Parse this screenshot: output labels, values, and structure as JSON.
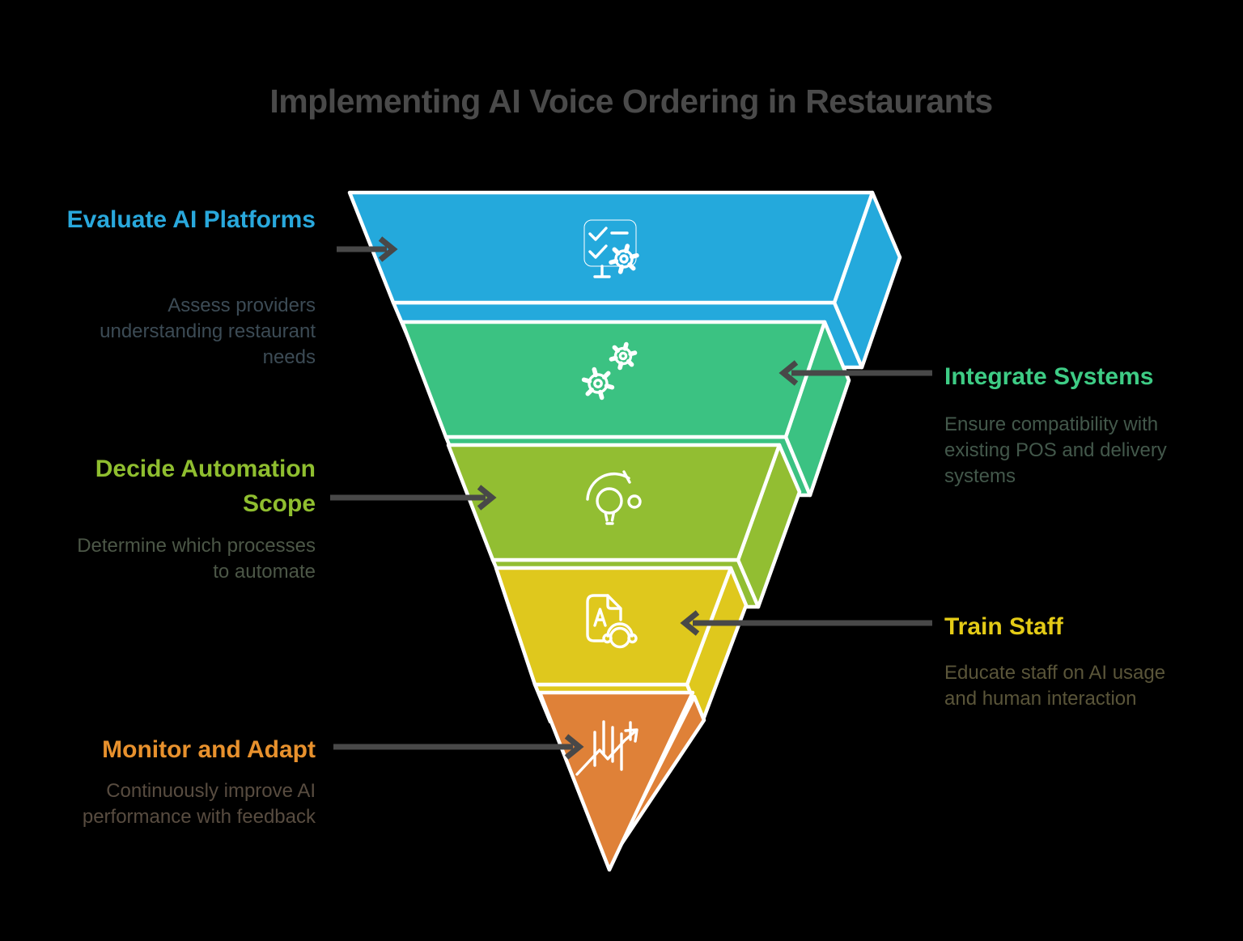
{
  "title": "Implementing AI Voice Ordering in Restaurants",
  "colors": {
    "background": "#000000",
    "title": "#4a4a4a",
    "arrow": "#484848",
    "outline": "#ffffff",
    "icon_stroke": "#ffffff"
  },
  "steps": [
    {
      "label": "Evaluate AI Platforms",
      "description": "Assess providers understanding restaurant needs",
      "color": "#24a9dc",
      "label_color": "#29a8dc",
      "desc_color": "#3c4b55",
      "icon": "checklist-gear-icon",
      "side": "left"
    },
    {
      "label": "Integrate Systems",
      "description": "Ensure compatibility with existing POS and delivery systems",
      "color": "#3bc282",
      "label_color": "#3ecc85",
      "desc_color": "#43584b",
      "icon": "gears-icon",
      "side": "right"
    },
    {
      "label": "Decide Automation Scope",
      "description": "Determine which processes to automate",
      "color": "#92be32",
      "label_color": "#8fbe2f",
      "desc_color": "#4c5747",
      "icon": "lightbulb-idea-icon",
      "side": "left"
    },
    {
      "label": "Train Staff",
      "description": "Educate staff on AI usage and human interaction",
      "color": "#dfc81d",
      "label_color": "#e4cb16",
      "desc_color": "#5a5539",
      "icon": "training-doc-headset-icon",
      "side": "right"
    },
    {
      "label": "Monitor and Adapt",
      "description": "Continuously improve AI performance with feedback",
      "color": "#df8138",
      "label_color": "#e8912d",
      "desc_color": "#584c40",
      "icon": "growth-chart-icon",
      "side": "left"
    }
  ]
}
